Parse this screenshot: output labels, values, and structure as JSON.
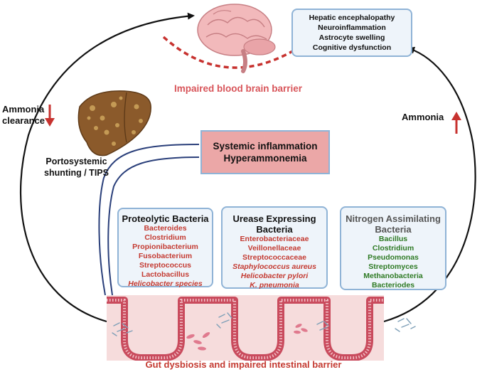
{
  "colors": {
    "red_text": "#c43a31",
    "green_text": "#2e7a24",
    "box_border": "#8fb3d6",
    "box_fill": "#eef4fa",
    "inflammation_fill": "#eba7a7",
    "gut_fill": "#f6dcdc",
    "villi_stroke": "#c94b5d"
  },
  "icons": [
    "brain-icon",
    "liver-icon",
    "arrow-down-icon",
    "arrow-up-icon",
    "bacteria-icon"
  ],
  "brain_effects": [
    "Hepatic encephalopathy",
    "Neuroinflammation",
    "Astrocyte swelling",
    "Cognitive dysfunction"
  ],
  "bbb_label": "Impaired blood brain barrier",
  "ammonia_clearance": [
    "Ammonia",
    "clearance"
  ],
  "ammonia_right": "Ammonia",
  "shunting": [
    "Portosystemic",
    "shunting / TIPS"
  ],
  "inflammation": [
    "Systemic inflammation",
    "Hyperammonemia"
  ],
  "proteolytic": {
    "title": "Proteolytic Bacteria",
    "items": [
      "Bacteroides",
      "Clostridium",
      "Propionibacterium",
      "Fusobacterium",
      "Streptococcus",
      "Lactobacillus",
      "Helicobacter species"
    ]
  },
  "urease": {
    "title": [
      "Urease Expressing",
      "Bacteria"
    ],
    "items": [
      "Enterobacteriaceae",
      "Veillonellaceae",
      "Streptococcaceae",
      "Staphylococcus aureus",
      "Helicobacter pylori",
      "K. pneumonia"
    ]
  },
  "nitrogen": {
    "title": [
      "Nitrogen Assimilating",
      "Bacteria"
    ],
    "items": [
      "Bacillus",
      "Clostridium",
      "Pseudomonas",
      "Streptomyces",
      "Methanobacteria",
      "Bacteriodes"
    ]
  },
  "gut_label": "Gut dysbiosis and impaired intestinal barrier"
}
